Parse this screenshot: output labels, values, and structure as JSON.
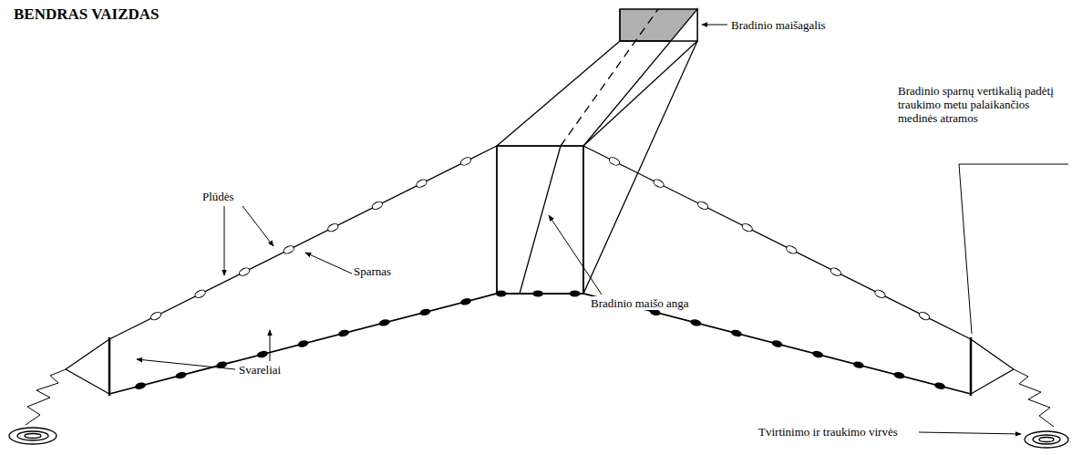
{
  "diagram": {
    "title": "BENDRAS VAIZDAS",
    "labels": [
      "Bradinio maišagalis",
      "Bradinio sparnų vertikalią padėtį traukimo metu palaikančios medinės atramos",
      "Plūdės",
      "Sparnas",
      "Bradinio maišo anga",
      "Svareliai",
      "Tvirtinimo ir traukimo virvės"
    ]
  }
}
